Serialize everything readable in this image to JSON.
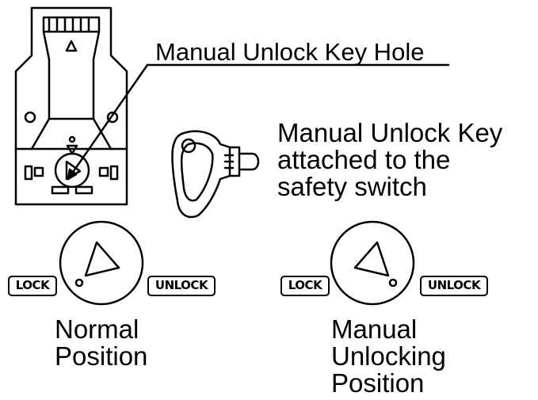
{
  "labels": {
    "key_hole": "Manual Unlock Key Hole",
    "key_line1": "Manual Unlock Key",
    "key_line2": "attached to the",
    "key_line3": "safety switch"
  },
  "normal": {
    "lock": "LOCK",
    "unlock": "UNLOCK",
    "caption_line1": "Normal",
    "caption_line2": "Position"
  },
  "manual": {
    "lock": "LOCK",
    "unlock": "UNLOCK",
    "caption_line1": "Manual",
    "caption_line2": "Unlocking",
    "caption_line3": "Position"
  }
}
